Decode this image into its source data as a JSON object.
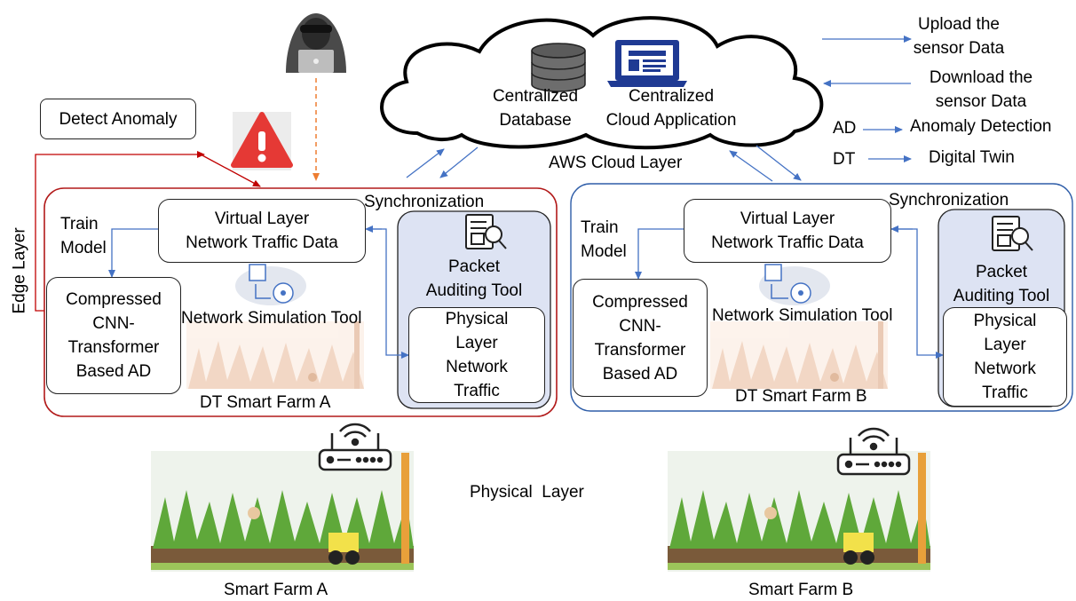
{
  "legend": {
    "upload": "Upload the sensor Data",
    "upload_l1": "Upload the",
    "upload_l2": "sensor Data",
    "download_l1": "Download the",
    "download_l2": "sensor Data",
    "ad_abbr": "AD",
    "ad_full": "Anomaly Detection",
    "dt_abbr": "DT",
    "dt_full": "Digital Twin"
  },
  "cloud": {
    "layer_label": "AWS Cloud Layer",
    "db_l1": "Centralized",
    "db_l2": "Database",
    "app_l1": "Centralized",
    "app_l2": "Cloud Application"
  },
  "edge_layer_label": "Edge Layer",
  "detect_anomaly": "Detect Anomaly",
  "physical_layer_label": "Physical  Layer",
  "farm_a": {
    "sync": "Synchronization",
    "train_l1": "Train",
    "train_l2": "Model",
    "virtual_l1": "Virtual Layer",
    "virtual_l2": "Network Traffic Data",
    "cnn_l1": "Compressed",
    "cnn_l2": "CNN-",
    "cnn_l3": "Transformer",
    "cnn_l4": "Based AD",
    "sim_tool": "Network Simulation Tool",
    "packet_l1": "Packet",
    "packet_l2": "Auditing Tool",
    "phys_l1": "Physical",
    "phys_l2": "Layer",
    "phys_l3": "Network",
    "phys_l4": "Traffic",
    "dt_label": "DT Smart Farm A",
    "farm_label": "Smart Farm A"
  },
  "farm_b": {
    "sync": "Synchronization",
    "train_l1": "Train",
    "train_l2": "Model",
    "virtual_l1": "Virtual Layer",
    "virtual_l2": "Network Traffic Data",
    "cnn_l1": "Compressed",
    "cnn_l2": "CNN-",
    "cnn_l3": "Transformer",
    "cnn_l4": "Based AD",
    "sim_tool": "Network Simulation Tool",
    "packet_l1": "Packet",
    "packet_l2": "Auditing Tool",
    "phys_l1": "Physical",
    "phys_l2": "Layer",
    "phys_l3": "Network",
    "phys_l4": "Traffic",
    "dt_label": "DT Smart Farm B",
    "farm_label": "Smart Farm B"
  },
  "icons": {
    "hacker": "hacker-icon",
    "warning": "warning-icon",
    "database": "database-icon",
    "laptop": "laptop-icon",
    "document_search": "document-search-icon",
    "network_sim": "network-simulation-icon",
    "router": "router-icon"
  },
  "colors": {
    "farm_a_border": "#b21a1a",
    "farm_b_border": "#2e5da8",
    "arrow_blue": "#4472c4",
    "arrow_red": "#c00000",
    "hacker_arrow": "#ed7d31",
    "packet_fill": "#dde3f3"
  }
}
